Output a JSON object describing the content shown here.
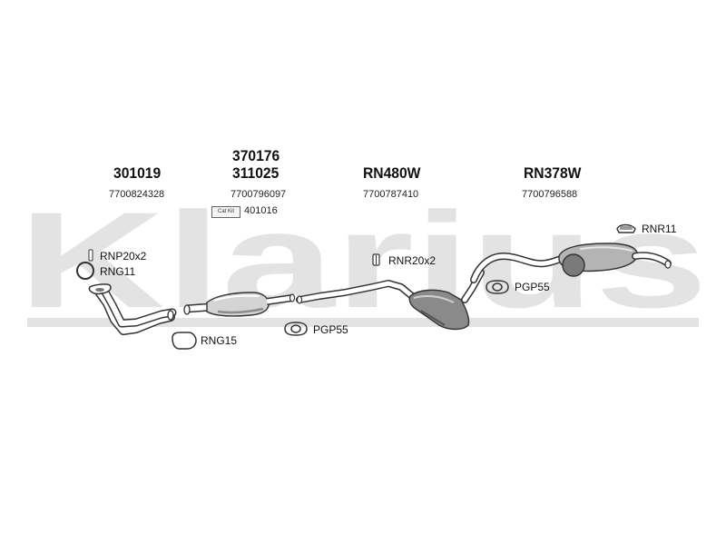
{
  "watermark": {
    "text": "Klarius",
    "color": "#e3e3e3"
  },
  "parts": {
    "front_pipe": {
      "code": "301019",
      "oem": "7700824328"
    },
    "catalyst": {
      "code_top": "370176",
      "code": "311025",
      "oem": "7700796097",
      "cat_kit_badge": "Cat Kit",
      "cat_kit": "401016"
    },
    "centre_silencer": {
      "code": "RN480W",
      "oem": "7700787410"
    },
    "rear_silencer": {
      "code": "RN378W",
      "oem": "7700796588"
    }
  },
  "accessories": {
    "rnp": "RNP20x2",
    "rng11": "RNG11",
    "rng15": "RNG15",
    "pgp55_front": "PGP55",
    "rnr20": "RNR20x2",
    "pgp55_rear": "PGP55",
    "rnr11": "RNR11"
  },
  "colors": {
    "line": "#333333",
    "pipe_fill": "#ffffff",
    "shade": "#9a9a9a"
  }
}
